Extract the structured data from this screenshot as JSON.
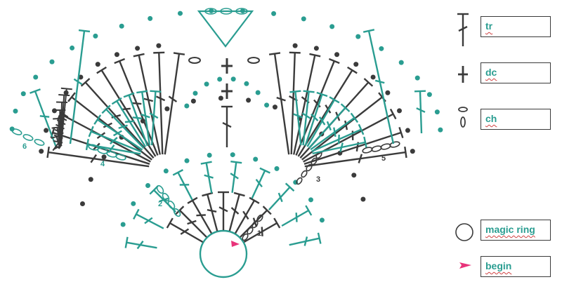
{
  "colors": {
    "teal": "#2a9d91",
    "dark": "#3b3b3b",
    "begin": "#e8337a"
  },
  "legend": [
    {
      "key": "tr",
      "label": "tr",
      "icon": "treble-crochet-icon"
    },
    {
      "key": "dc",
      "label": "dc",
      "icon": "double-crochet-icon"
    },
    {
      "key": "ch",
      "label": "ch",
      "icon": "chain-stitch-icon"
    },
    {
      "key": "magic",
      "label": "magic ring",
      "icon": "magic-ring-icon"
    },
    {
      "key": "begin",
      "label": "begin",
      "icon": "begin-arrow-icon"
    }
  ],
  "row_labels": [
    "1",
    "2",
    "3",
    "4",
    "5",
    "6"
  ]
}
